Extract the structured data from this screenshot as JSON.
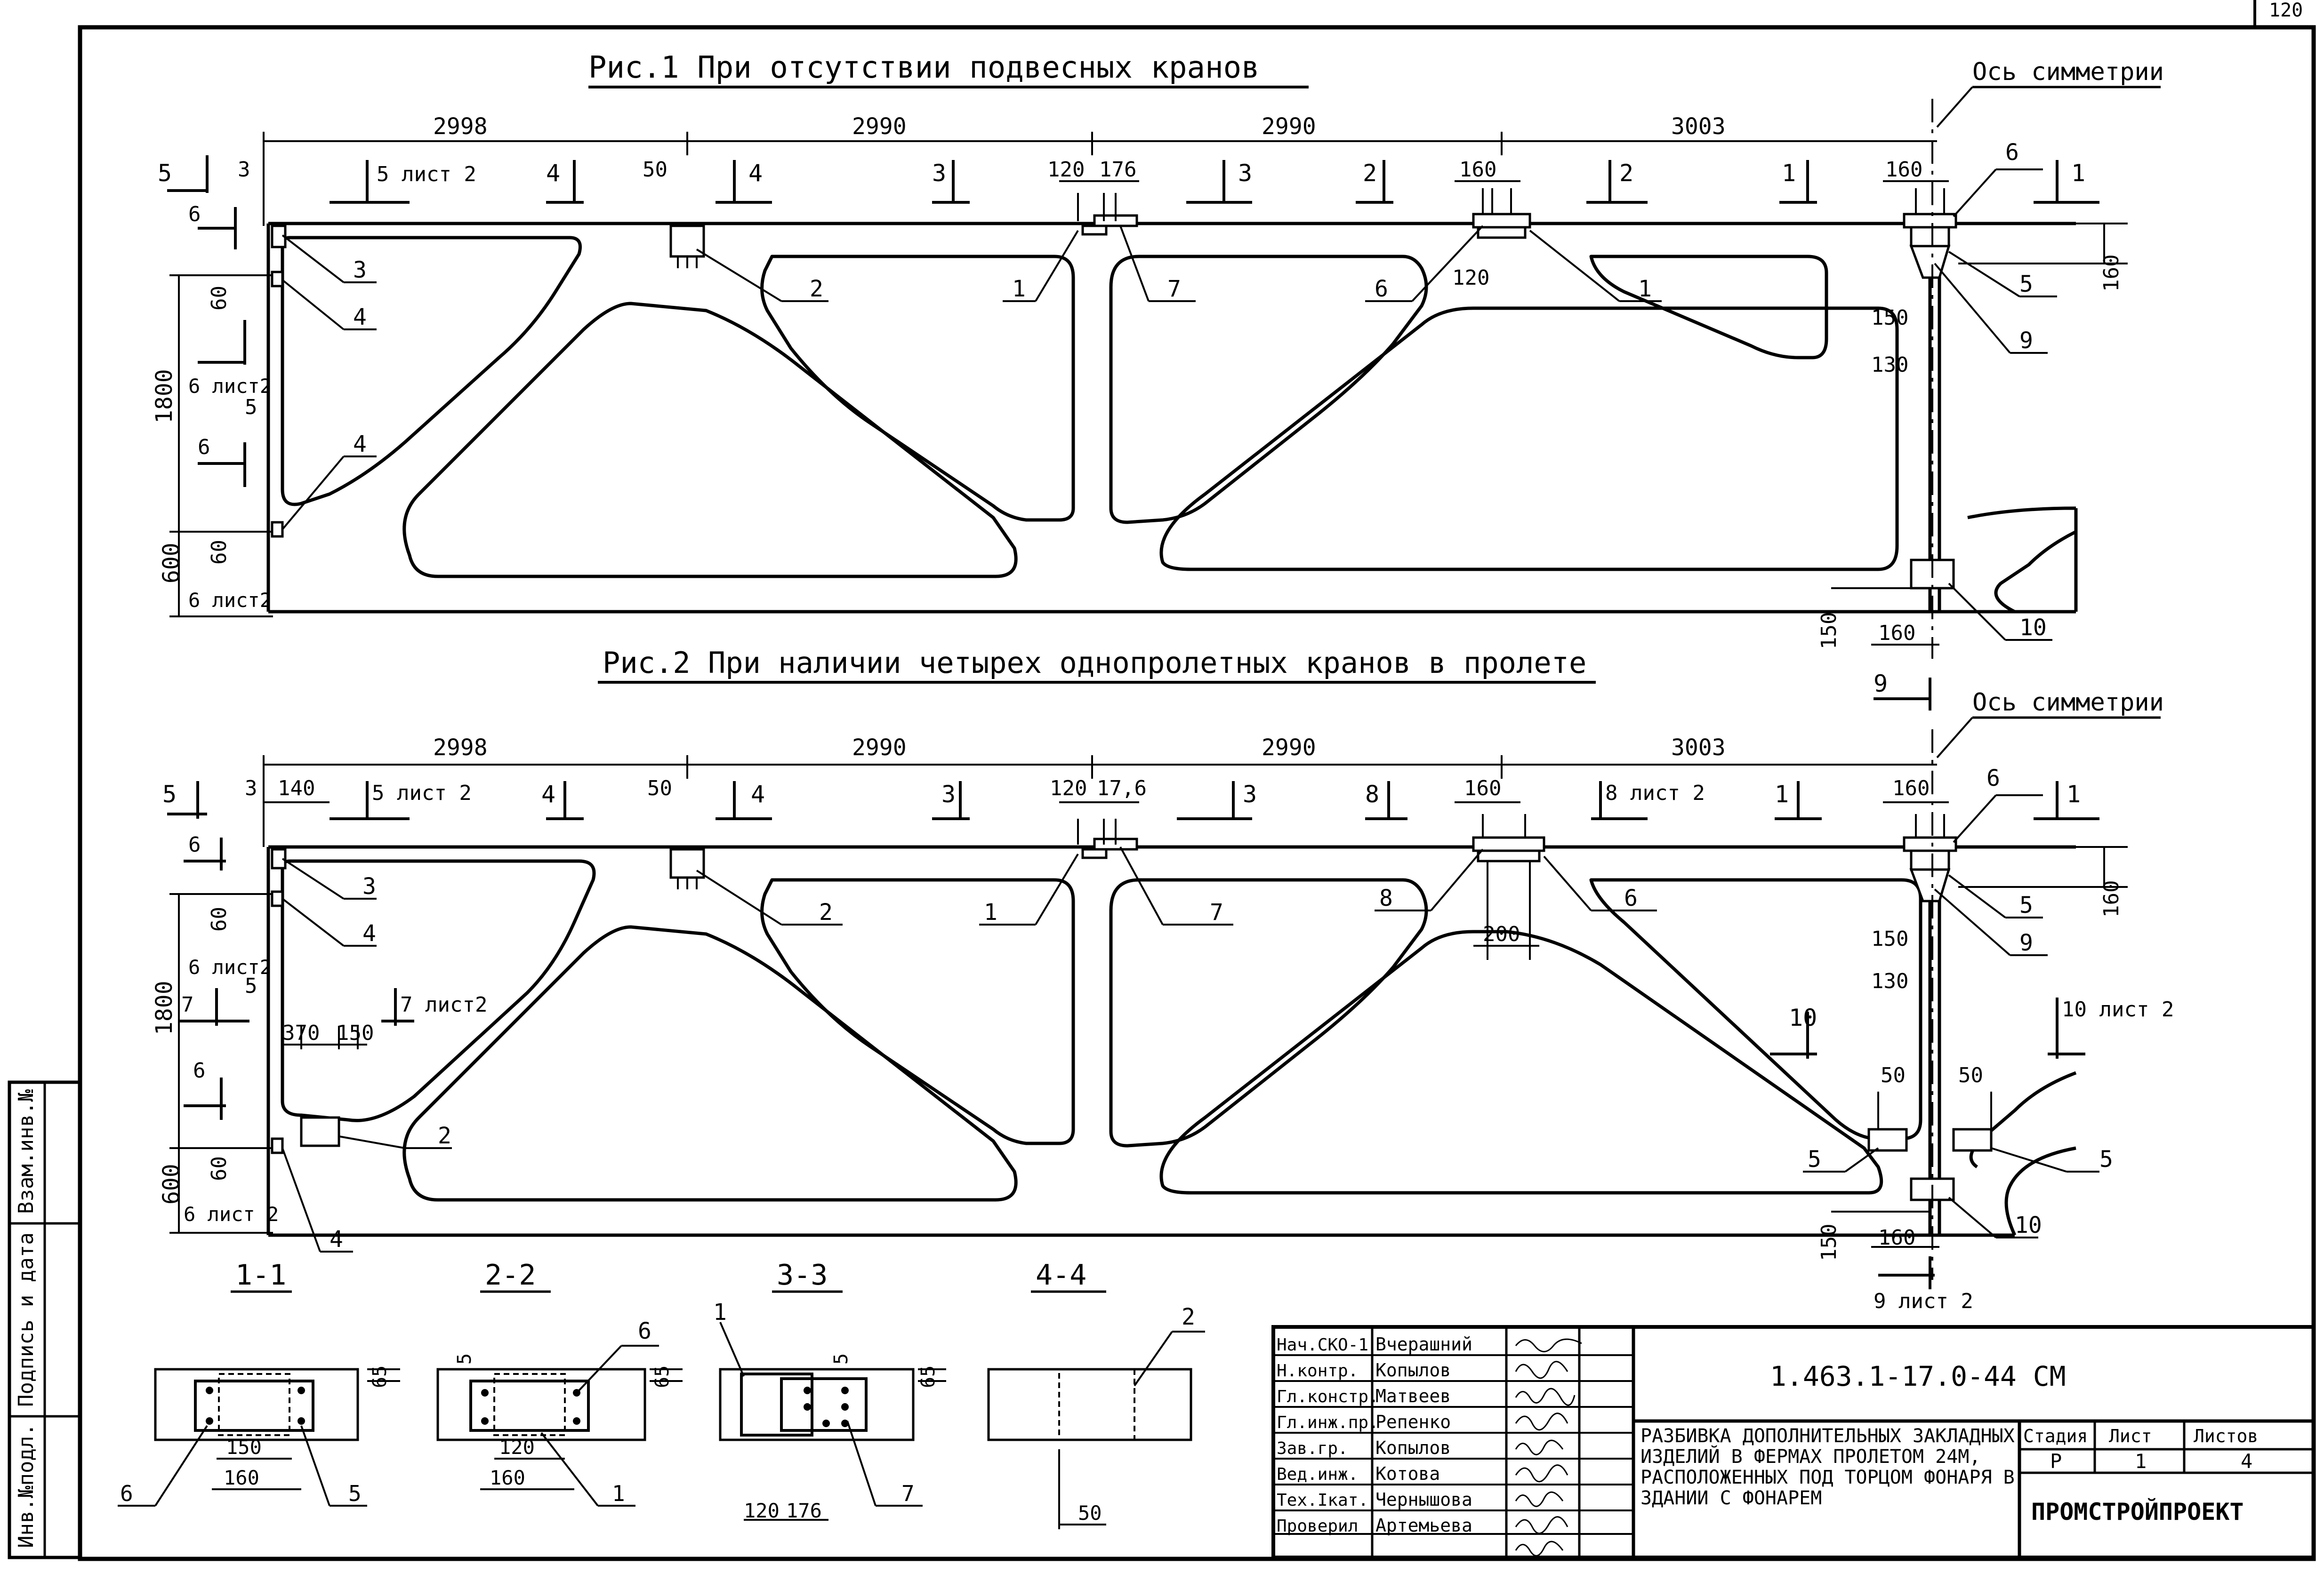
{
  "page_corner": "120",
  "fig1": {
    "title": "Рис.1  При отсутствии подвесных кранов",
    "axis_label": "Ось симметрии",
    "top_dims": [
      "2998",
      "2990",
      "2990",
      "3003"
    ],
    "left_dims": [
      "1800",
      "600",
      "60",
      "60",
      "5"
    ],
    "small_dims": [
      "3",
      "50",
      "120",
      "176",
      "160",
      "160",
      "120",
      "150",
      "130",
      "160",
      "150",
      "160"
    ],
    "sections": [
      "5",
      "5 лист 2",
      "4",
      "4",
      "3",
      "3",
      "2",
      "2",
      "1",
      "1",
      "6",
      "6 лист2",
      "6",
      "6 лист2"
    ],
    "callouts": [
      "3",
      "4",
      "4",
      "2",
      "1",
      "7",
      "6",
      "1",
      "6",
      "5",
      "9",
      "10"
    ]
  },
  "fig2": {
    "title": "Рис.2  При наличии четырех однопролетных кранов в пролете",
    "axis_label": "Ось симметрии",
    "top_dims": [
      "2998",
      "2990",
      "2990",
      "3003"
    ],
    "left_dims": [
      "1800",
      "600",
      "60",
      "60",
      "5"
    ],
    "small_dims": [
      "3",
      "140",
      "50",
      "120",
      "17,6",
      "160",
      "200",
      "160",
      "150",
      "130",
      "160",
      "370",
      "150",
      "50",
      "50",
      "150",
      "160"
    ],
    "sections": [
      "5",
      "5 лист 2",
      "4",
      "4",
      "3",
      "3",
      "8",
      "8 лист 2",
      "1",
      "1",
      "6",
      "6 лист2",
      "7",
      "7 лист2",
      "6",
      "6 лист 2",
      "10",
      "10 лист 2",
      "9",
      "9 лист 2"
    ],
    "callouts": [
      "3",
      "4",
      "2",
      "2",
      "1",
      "7",
      "8",
      "6",
      "6",
      "5",
      "9",
      "5",
      "5",
      "10",
      "4"
    ]
  },
  "section_views": [
    {
      "label": "1-1",
      "dims": [
        "65",
        "150",
        "160"
      ],
      "callouts": [
        "6",
        "5"
      ]
    },
    {
      "label": "2-2",
      "dims": [
        "5",
        "65",
        "120",
        "160"
      ],
      "callouts": [
        "6",
        "1"
      ]
    },
    {
      "label": "3-3",
      "dims": [
        "5",
        "65",
        "120",
        "176"
      ],
      "callouts": [
        "1",
        "7"
      ]
    },
    {
      "label": "4-4",
      "dims": [
        "50"
      ],
      "callouts": [
        "2"
      ]
    }
  ],
  "side_stamp": [
    "Инв.№подл.",
    "Подпись и дата",
    "Взам.инв.№"
  ],
  "title_block": {
    "doc_code": "1.463.1-17.0-44 СМ",
    "description": "Разбивка дополнительных закладных изделий в фермах пролетом 24м, расположенных под торцом фонаря в здании с фонарем",
    "stage_header": "Стадия",
    "sheet_header": "Лист",
    "sheets_header": "Листов",
    "stage": "Р",
    "sheet": "1",
    "sheets": "4",
    "org": "ПРОМСТРОЙПРОЕКТ",
    "roles": [
      {
        "role": "Нач.СКО-1",
        "name": "Вчерашний"
      },
      {
        "role": "Н.контр.",
        "name": "Копылов"
      },
      {
        "role": "Гл.констр.",
        "name": "Матвеев"
      },
      {
        "role": "Гл.инж.пр.",
        "name": "Репенко"
      },
      {
        "role": "Зав.гр.",
        "name": "Копылов"
      },
      {
        "role": "Вед.инж.",
        "name": "Котова"
      },
      {
        "role": "Тех.Iкат.",
        "name": "Чернышова"
      },
      {
        "role": "Проверил",
        "name": "Артемьева"
      }
    ]
  }
}
